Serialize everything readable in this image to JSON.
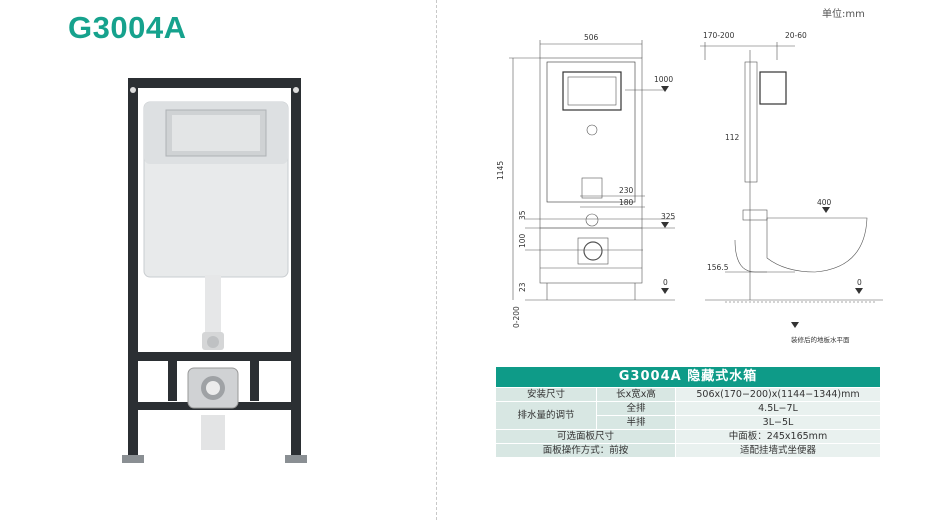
{
  "product": {
    "model": "G3004A"
  },
  "drawing": {
    "unit_label": "单位:mm",
    "dims": {
      "width": "506",
      "height": "1145",
      "d1000": "1000",
      "d230": "230",
      "d180": "180",
      "d35": "35",
      "d325": "325",
      "d100": "100",
      "d23": "23",
      "d0_200": "0-200",
      "zero_left": "0",
      "d170_200": "170-200",
      "d20_60": "20-60",
      "d112": "112",
      "d400": "400",
      "d156_5": "156.5",
      "zero_right": "0"
    },
    "floor_note": "装修后的地板水平面"
  },
  "spec_table": {
    "title": "G3004A  隐藏式水箱",
    "rows": {
      "install_label": "安装尺寸",
      "install_sub": "长x宽x高",
      "install_value": "506x(170−200)x(1144−1344)mm",
      "flush_label": "排水量的调节",
      "full_sub": "全排",
      "full_value": "4.5L−7L",
      "half_sub": "半排",
      "half_value": "3L−5L",
      "panel_size_label": "可选面板尺寸",
      "panel_size_value": "中面板：245x165mm",
      "panel_op_label": "面板操作方式：前按",
      "panel_op_value": "适配挂墙式坐便器"
    }
  }
}
